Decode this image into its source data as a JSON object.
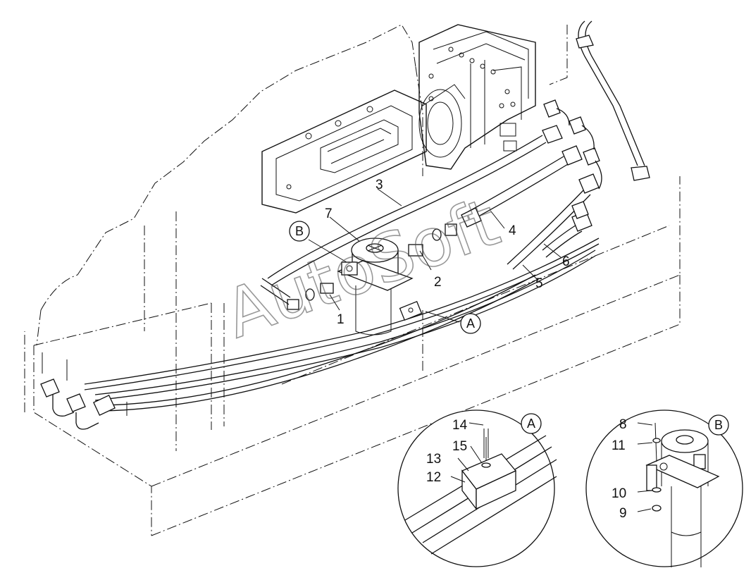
{
  "diagram": {
    "callouts": {
      "c1": "1",
      "c2": "2",
      "c3": "3",
      "c4": "4",
      "c5": "5",
      "c6": "6",
      "c7": "7",
      "c8": "8",
      "c9": "9",
      "c10": "10",
      "c11": "11",
      "c12": "12",
      "c13": "13",
      "c14": "14",
      "c15": "15"
    },
    "view_labels": {
      "a_main": "A",
      "b_main": "B",
      "a_detail": "A",
      "b_detail": "B"
    },
    "watermark": "AutoSoft"
  }
}
